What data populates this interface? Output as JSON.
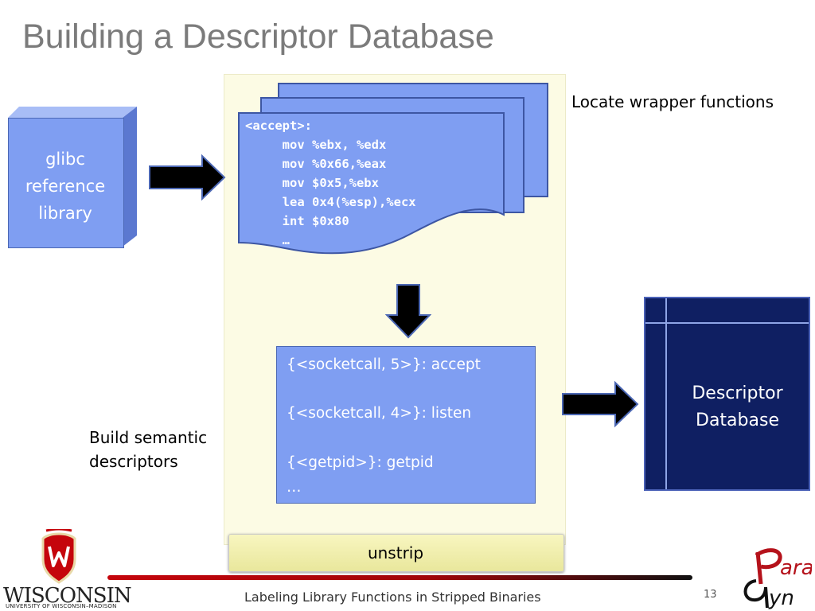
{
  "slide": {
    "title": "Building a Descriptor Database",
    "page_number": "13",
    "footer": "Labeling Library Functions in Stripped Binaries"
  },
  "labels": {
    "locate": "Locate wrapper functions",
    "build": "Build semantic descriptors"
  },
  "glibc": {
    "line1": "glibc",
    "line2": "reference",
    "line3": "library"
  },
  "code": [
    "<accept>:",
    "     mov %ebx, %edx",
    "     mov %0x66,%eax",
    "     mov $0x5,%ebx",
    "     lea 0x4(%esp),%ecx",
    "     int $0x80",
    "     …"
  ],
  "descriptors": [
    "{<socketcall, 5>}: accept",
    "{<socketcall, 4>}: listen",
    "{<getpid>}: getpid",
    "…"
  ],
  "database": {
    "line1": "Descriptor",
    "line2": "Database"
  },
  "unstrip_label": "unstrip",
  "logos": {
    "wisconsin": "WISCONSIN",
    "wisconsin_sub": "UNIVERSITY OF WISCONSIN–MADISON",
    "paradyn_top": "ara",
    "paradyn_bottom": "yn"
  },
  "colors": {
    "box_fill": "#7f9ef2",
    "database_fill": "#0f1f62",
    "panel_fill": "#fcfbe4",
    "uw_red": "#c5050c",
    "paradyn_red": "#b5121b"
  }
}
